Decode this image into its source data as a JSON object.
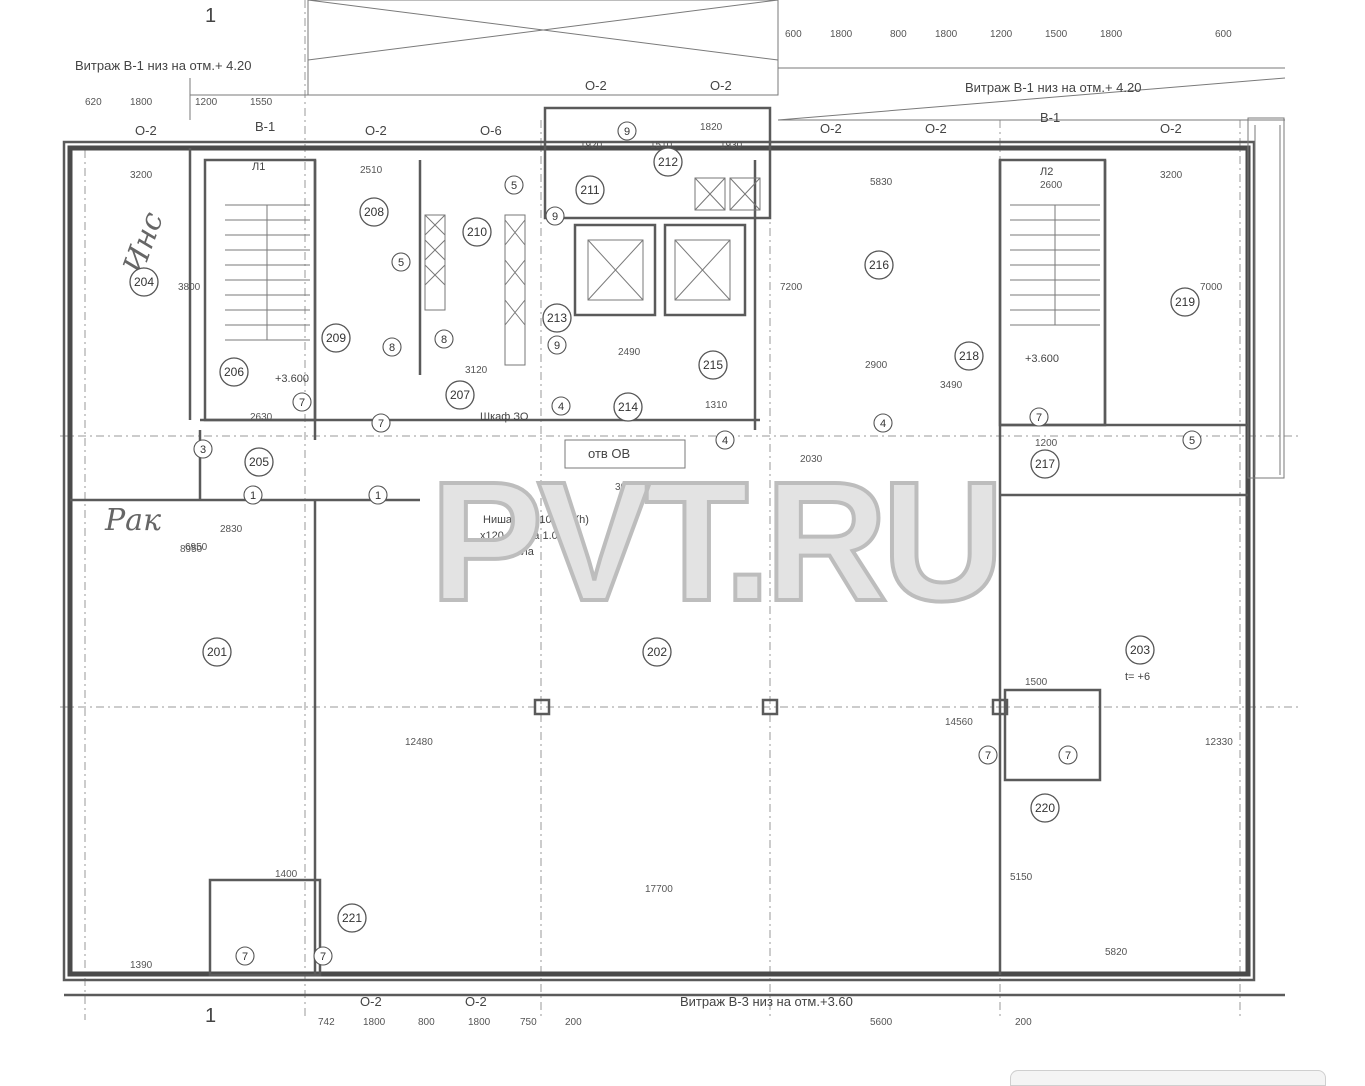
{
  "labels": {
    "vitrage_top_left": "Витраж В-1 низ на отм.+ 4.20",
    "vitrage_top_right": "Витраж В-1 низ на отм.+ 4.20",
    "vitrage_bottom": "Витраж В-3 низ на отм.+3.60",
    "section_mark_top": "1",
    "section_mark_bottom": "1",
    "niche_line1": "Ниша ЗО 610х530(h)",
    "niche_line2": "х120 низ на 1.0м от",
    "niche_line3": "ур. ч. пола",
    "shaft": "Шкаф ЗО",
    "otv": "отв ОВ",
    "level_left": "+3.600",
    "level_right": "+3.600",
    "t_label": "t= +6",
    "stair_left": "Л1",
    "stair_right": "Л2",
    "watermark": "PVT.RU",
    "hand_1": "Рак",
    "hand_2": "Инс"
  },
  "rooms": [
    "201",
    "202",
    "203",
    "204",
    "205",
    "206",
    "207",
    "208",
    "209",
    "210",
    "211",
    "212",
    "213",
    "214",
    "215",
    "216",
    "217",
    "218",
    "219",
    "220",
    "221"
  ],
  "doors": [
    "1",
    "3",
    "4",
    "5",
    "7",
    "8",
    "9"
  ],
  "window_marks": [
    "О-2",
    "О-2",
    "О-2",
    "О-2",
    "О-2",
    "О-2",
    "О-6",
    "О-2",
    "О-2",
    "В-1",
    "В-1"
  ],
  "dimensions": {
    "top_right": [
      "600",
      "1800",
      "800",
      "1800",
      "1200",
      "1500",
      "1800",
      "600"
    ],
    "top_left": [
      "620",
      "1800",
      "1550",
      "1200"
    ],
    "bottom": [
      "742",
      "1800",
      "800",
      "1800",
      "750",
      "200",
      "5600",
      "200"
    ],
    "misc": [
      "3200",
      "2510",
      "1920",
      "1510",
      "1820",
      "1930",
      "5830",
      "2600",
      "3200",
      "7000",
      "3800",
      "7200",
      "17700",
      "12480",
      "14560",
      "12330",
      "5820",
      "5150",
      "1500",
      "1400",
      "1390",
      "8950",
      "2630",
      "3120",
      "2490",
      "2830",
      "2030",
      "3490",
      "2900",
      "1310",
      "1200",
      "6950",
      "3000"
    ]
  }
}
